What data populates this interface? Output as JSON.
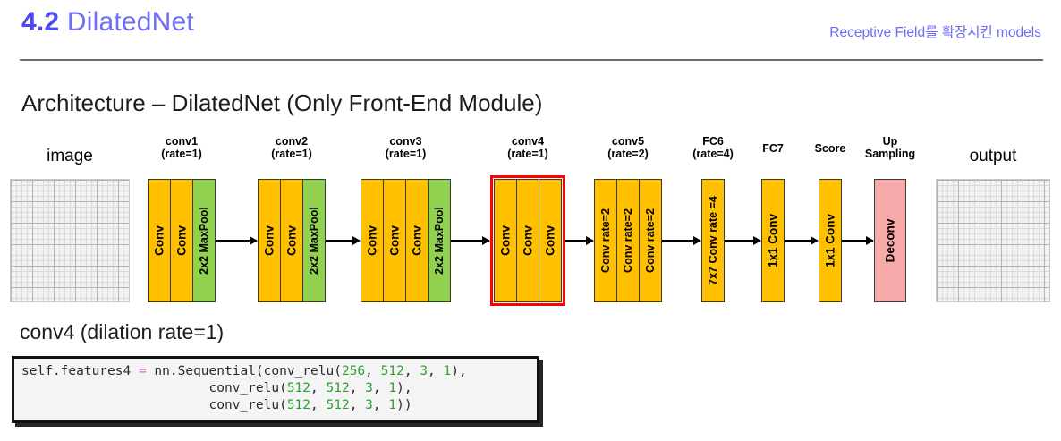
{
  "header": {
    "section_number": "4.2",
    "section_title": "DilatedNet",
    "right_note": "Receptive Field를 확장시킨 models",
    "accent_number_color": "#4a4af0",
    "accent_title_color": "#6e6ef7",
    "rule_color": "#6a6a6a"
  },
  "architecture": {
    "title": "Architecture – DilatedNet (Only Front-End Module)",
    "colors": {
      "conv": "#FFC000",
      "maxpool": "#92D050",
      "deconv": "#F8A9A9",
      "highlight": "#ff0000",
      "outline": "#3a3a3a"
    },
    "input_label": "image",
    "output_label": "output",
    "stages": [
      {
        "name": "conv1",
        "label_line1": "conv1",
        "label_line2": "(rate=1)",
        "highlighted": false,
        "layers": [
          {
            "text": "Conv",
            "kind": "conv"
          },
          {
            "text": "Conv",
            "kind": "conv"
          },
          {
            "text": "2x2 MaxPool",
            "kind": "maxpool"
          }
        ]
      },
      {
        "name": "conv2",
        "label_line1": "conv2",
        "label_line2": "(rate=1)",
        "highlighted": false,
        "layers": [
          {
            "text": "Conv",
            "kind": "conv"
          },
          {
            "text": "Conv",
            "kind": "conv"
          },
          {
            "text": "2x2 MaxPool",
            "kind": "maxpool"
          }
        ]
      },
      {
        "name": "conv3",
        "label_line1": "conv3",
        "label_line2": "(rate=1)",
        "highlighted": false,
        "layers": [
          {
            "text": "Conv",
            "kind": "conv"
          },
          {
            "text": "Conv",
            "kind": "conv"
          },
          {
            "text": "Conv",
            "kind": "conv"
          },
          {
            "text": "2x2 MaxPool",
            "kind": "maxpool"
          }
        ]
      },
      {
        "name": "conv4",
        "label_line1": "conv4",
        "label_line2": "(rate=1)",
        "highlighted": true,
        "layers": [
          {
            "text": "Conv",
            "kind": "conv"
          },
          {
            "text": "Conv",
            "kind": "conv"
          },
          {
            "text": "Conv",
            "kind": "conv"
          }
        ]
      },
      {
        "name": "conv5",
        "label_line1": "conv5",
        "label_line2": "(rate=2)",
        "highlighted": false,
        "layers": [
          {
            "text": "Conv rate=2",
            "kind": "conv"
          },
          {
            "text": "Conv rate=2",
            "kind": "conv"
          },
          {
            "text": "Conv rate=2",
            "kind": "conv"
          }
        ]
      },
      {
        "name": "fc6",
        "label_line1": "FC6",
        "label_line2": "(rate=4)",
        "highlighted": false,
        "layers": [
          {
            "text": "7x7 Conv rate =4",
            "kind": "conv"
          }
        ]
      },
      {
        "name": "fc7",
        "label_line1": "FC7",
        "label_line2": "",
        "highlighted": false,
        "layers": [
          {
            "text": "1x1 Conv",
            "kind": "conv"
          }
        ]
      },
      {
        "name": "score",
        "label_line1": "Score",
        "label_line2": "",
        "highlighted": false,
        "layers": [
          {
            "text": "1x1 Conv",
            "kind": "conv"
          }
        ]
      },
      {
        "name": "upsampling",
        "label_line1": "Up",
        "label_line2": "Sampling",
        "highlighted": false,
        "layers": [
          {
            "text": "Deconv",
            "kind": "deconv"
          }
        ]
      }
    ]
  },
  "code_section": {
    "caption": "conv4 (dilation rate=1)",
    "lines": [
      [
        {
          "t": "self.features4 ",
          "c": "plain"
        },
        {
          "t": "=",
          "c": "op"
        },
        {
          "t": " nn.Sequential(conv_relu(",
          "c": "plain"
        },
        {
          "t": "256",
          "c": "num"
        },
        {
          "t": ", ",
          "c": "plain"
        },
        {
          "t": "512",
          "c": "num"
        },
        {
          "t": ", ",
          "c": "plain"
        },
        {
          "t": "3",
          "c": "num"
        },
        {
          "t": ", ",
          "c": "plain"
        },
        {
          "t": "1",
          "c": "num"
        },
        {
          "t": "),",
          "c": "plain"
        }
      ],
      [
        {
          "t": "                        conv_relu(",
          "c": "plain"
        },
        {
          "t": "512",
          "c": "num"
        },
        {
          "t": ", ",
          "c": "plain"
        },
        {
          "t": "512",
          "c": "num"
        },
        {
          "t": ", ",
          "c": "plain"
        },
        {
          "t": "3",
          "c": "num"
        },
        {
          "t": ", ",
          "c": "plain"
        },
        {
          "t": "1",
          "c": "num"
        },
        {
          "t": "),",
          "c": "plain"
        }
      ],
      [
        {
          "t": "                        conv_relu(",
          "c": "plain"
        },
        {
          "t": "512",
          "c": "num"
        },
        {
          "t": ", ",
          "c": "plain"
        },
        {
          "t": "512",
          "c": "num"
        },
        {
          "t": ", ",
          "c": "plain"
        },
        {
          "t": "3",
          "c": "num"
        },
        {
          "t": ", ",
          "c": "plain"
        },
        {
          "t": "1",
          "c": "num"
        },
        {
          "t": "))",
          "c": "plain"
        }
      ]
    ]
  }
}
